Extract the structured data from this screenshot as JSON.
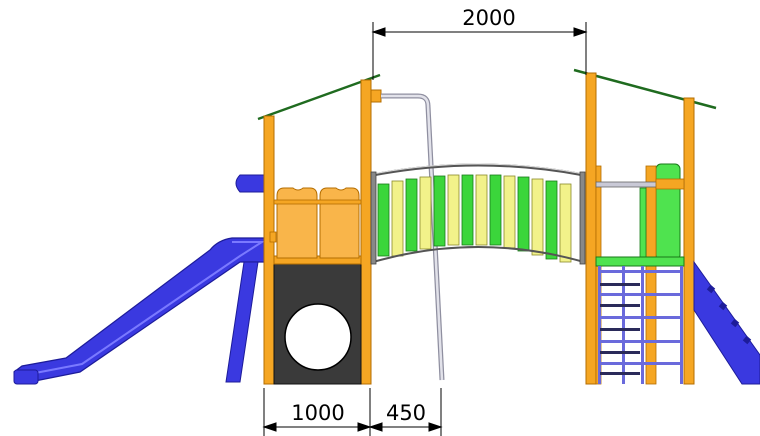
{
  "dimensions": {
    "top_span": "2000",
    "left_width": "1000",
    "pole_offset": "450"
  },
  "colors": {
    "post": "#f5a623",
    "post_dark": "#b46d00",
    "roof": "#1f6b1f",
    "slide": "#3a39e0",
    "slide_dark": "#1d1c9a",
    "panel_orange": "#f9b54a",
    "panel_dark": "#3a3a3a",
    "bridge_green": "#3bd63b",
    "bridge_yellow": "#f2f28a",
    "tower_green": "#4fe34f",
    "ladder": "#6a6adc",
    "pole": "#c9c9d6"
  }
}
